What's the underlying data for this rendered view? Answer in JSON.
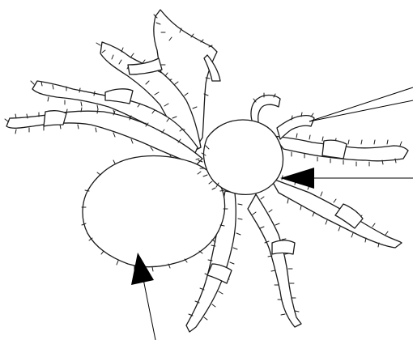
{
  "diagram": {
    "subject": "spider-line-drawing",
    "pointers": [
      {
        "id": "pedipalp-pointer",
        "style": "thin-double-line",
        "target": "pedipalp"
      },
      {
        "id": "cephalothorax-pointer",
        "style": "arrow",
        "target": "cephalothorax"
      },
      {
        "id": "abdomen-pointer",
        "style": "arrow",
        "target": "abdomen"
      }
    ],
    "colors": {
      "background": "#ffffff",
      "line": "#1a1a1a",
      "arrow": "#000000"
    }
  }
}
